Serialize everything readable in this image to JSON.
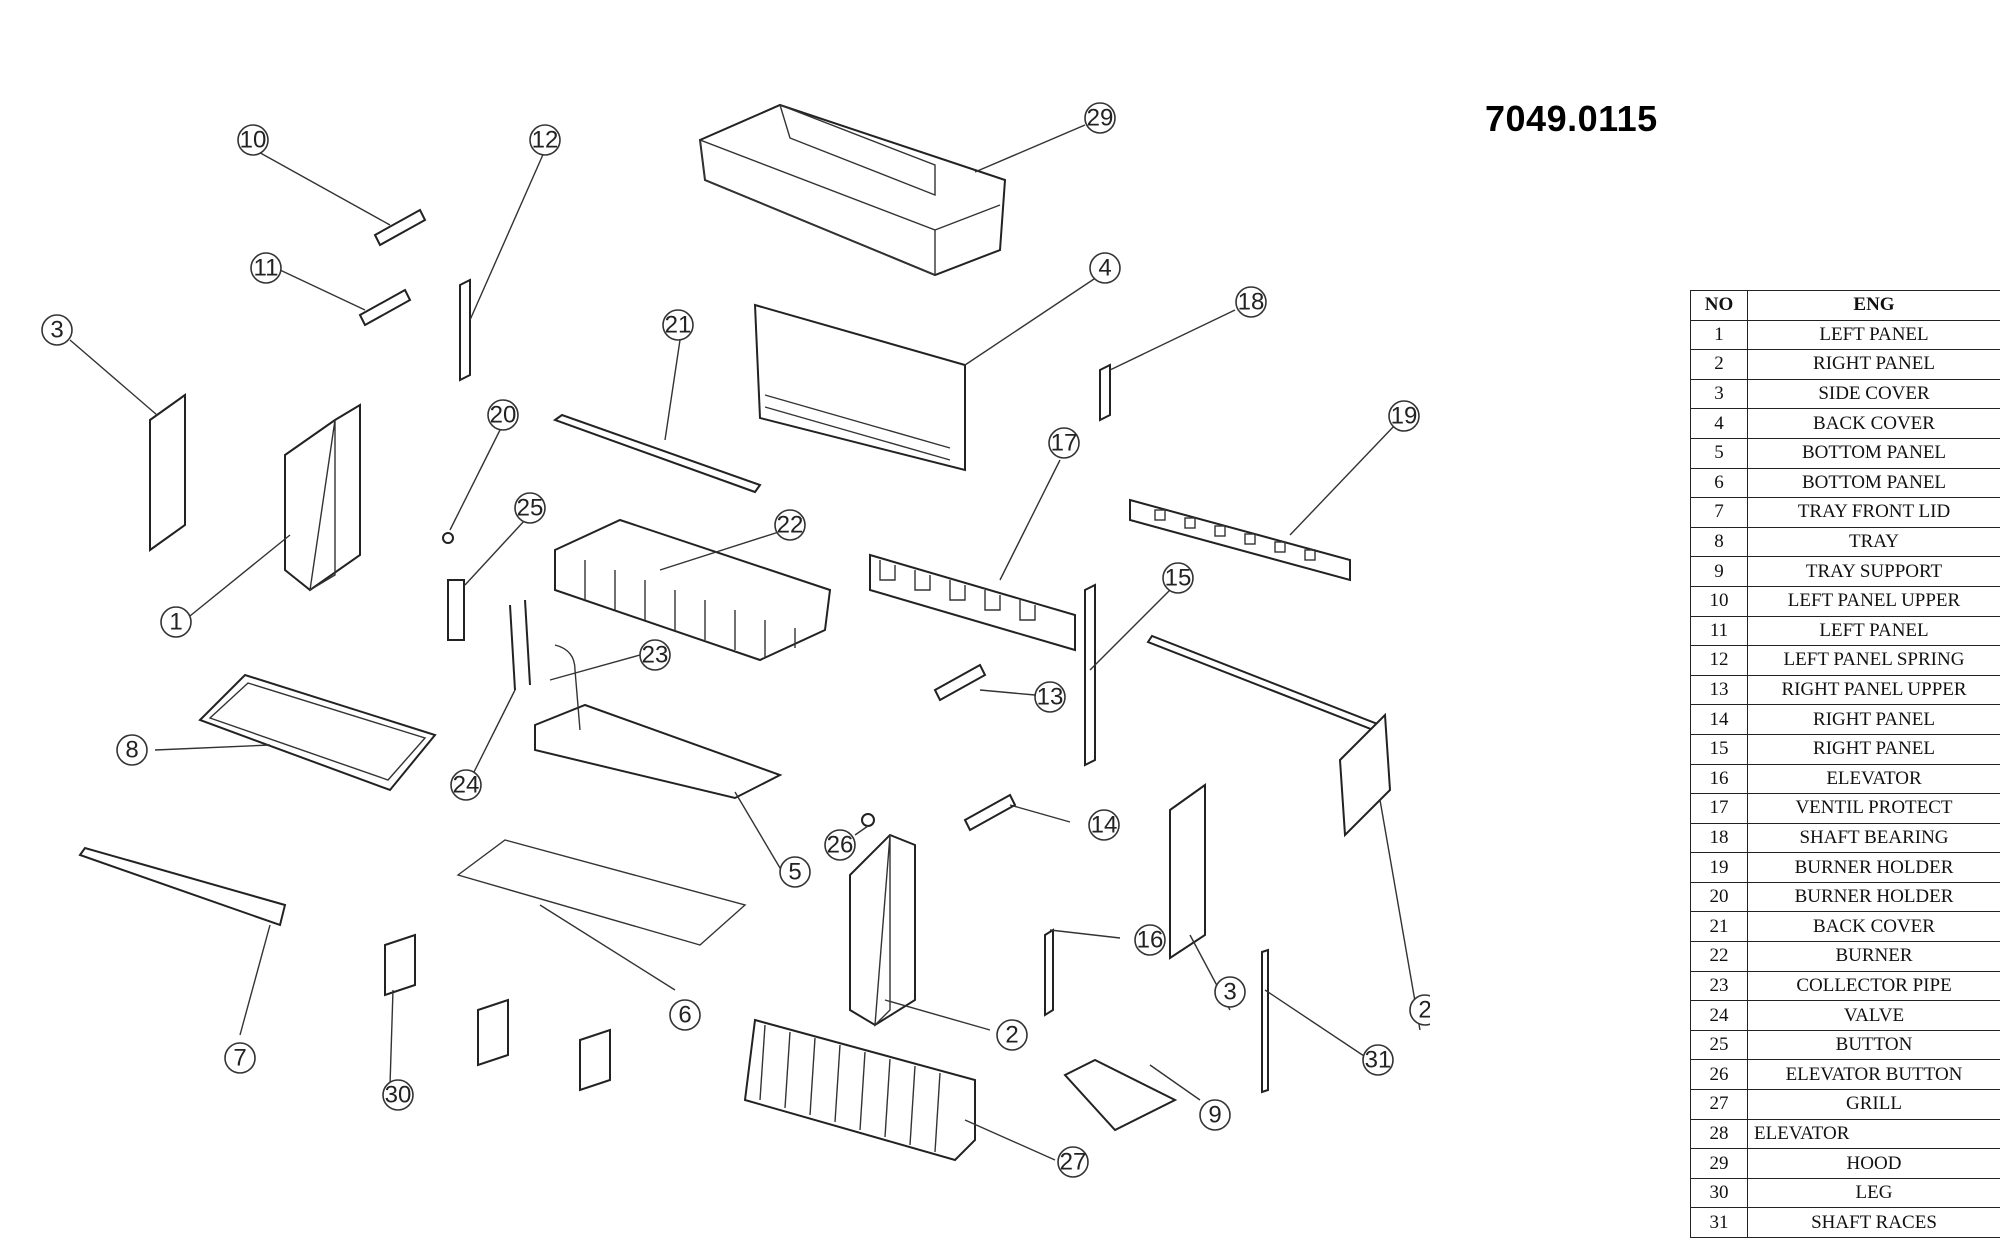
{
  "model_code": "7049.0115",
  "parts_table": {
    "headers": {
      "no": "NO",
      "eng": "ENG"
    },
    "rows": [
      {
        "no": "1",
        "eng": "LEFT PANEL"
      },
      {
        "no": "2",
        "eng": "RIGHT PANEL"
      },
      {
        "no": "3",
        "eng": "SIDE COVER"
      },
      {
        "no": "4",
        "eng": "BACK COVER"
      },
      {
        "no": "5",
        "eng": "BOTTOM PANEL"
      },
      {
        "no": "6",
        "eng": "BOTTOM PANEL"
      },
      {
        "no": "7",
        "eng": "TRAY FRONT LID"
      },
      {
        "no": "8",
        "eng": "TRAY"
      },
      {
        "no": "9",
        "eng": "TRAY SUPPORT"
      },
      {
        "no": "10",
        "eng": "LEFT PANEL UPPER"
      },
      {
        "no": "11",
        "eng": "LEFT PANEL"
      },
      {
        "no": "12",
        "eng": "LEFT PANEL SPRING"
      },
      {
        "no": "13",
        "eng": "RIGHT PANEL UPPER"
      },
      {
        "no": "14",
        "eng": "RIGHT PANEL"
      },
      {
        "no": "15",
        "eng": "RIGHT PANEL"
      },
      {
        "no": "16",
        "eng": "ELEVATOR"
      },
      {
        "no": "17",
        "eng": "VENTIL PROTECT"
      },
      {
        "no": "18",
        "eng": "SHAFT BEARING"
      },
      {
        "no": "19",
        "eng": "BURNER HOLDER"
      },
      {
        "no": "20",
        "eng": "BURNER HOLDER"
      },
      {
        "no": "21",
        "eng": "BACK COVER"
      },
      {
        "no": "22",
        "eng": "BURNER"
      },
      {
        "no": "23",
        "eng": "COLLECTOR PIPE"
      },
      {
        "no": "24",
        "eng": "VALVE"
      },
      {
        "no": "25",
        "eng": "BUTTON"
      },
      {
        "no": "26",
        "eng": "ELEVATOR BUTTON"
      },
      {
        "no": "27",
        "eng": "GRILL"
      },
      {
        "no": "28",
        "eng": "ELEVATOR"
      },
      {
        "no": "29",
        "eng": "HOOD"
      },
      {
        "no": "30",
        "eng": "LEG"
      },
      {
        "no": "31",
        "eng": "SHAFT RACES"
      }
    ]
  },
  "callouts": [
    "29",
    "10",
    "12",
    "11",
    "3",
    "21",
    "4",
    "18",
    "20",
    "25",
    "22",
    "19",
    "17",
    "1",
    "15",
    "23",
    "13",
    "8",
    "24",
    "26",
    "14",
    "5",
    "16",
    "7",
    "3",
    "6",
    "2",
    "31",
    "30",
    "9",
    "27",
    "2"
  ]
}
